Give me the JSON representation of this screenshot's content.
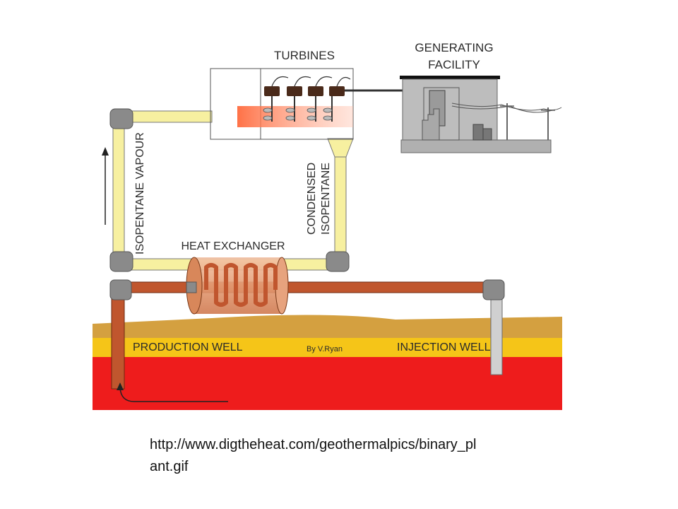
{
  "labels": {
    "turbines": "TURBINES",
    "generating_line1": "GENERATING",
    "generating_line2": "FACILITY",
    "isopentane_vapour": "ISOPENTANE VAPOUR",
    "condensed_line1": "CONDENSED",
    "condensed_line2": "ISOPENTANE",
    "heat_exchanger": "HEAT EXCHANGER",
    "production_well": "PRODUCTION WELL",
    "credit": "By V.Ryan",
    "injection_well": "INJECTION WELL"
  },
  "caption": "http://www.digtheheat.com/geothermalpics/binary_plant.gif",
  "colors": {
    "vapour_pipe": "#f7f0a0",
    "hot_pipe": "#c0562e",
    "pipe_joint": "#8a8a8a",
    "topsoil": "#d4a040",
    "aquifer_band": "#f5c518",
    "hot_rock": "#ee1c1c",
    "building": "#bdbdbd",
    "exchanger": "#d8875a"
  }
}
